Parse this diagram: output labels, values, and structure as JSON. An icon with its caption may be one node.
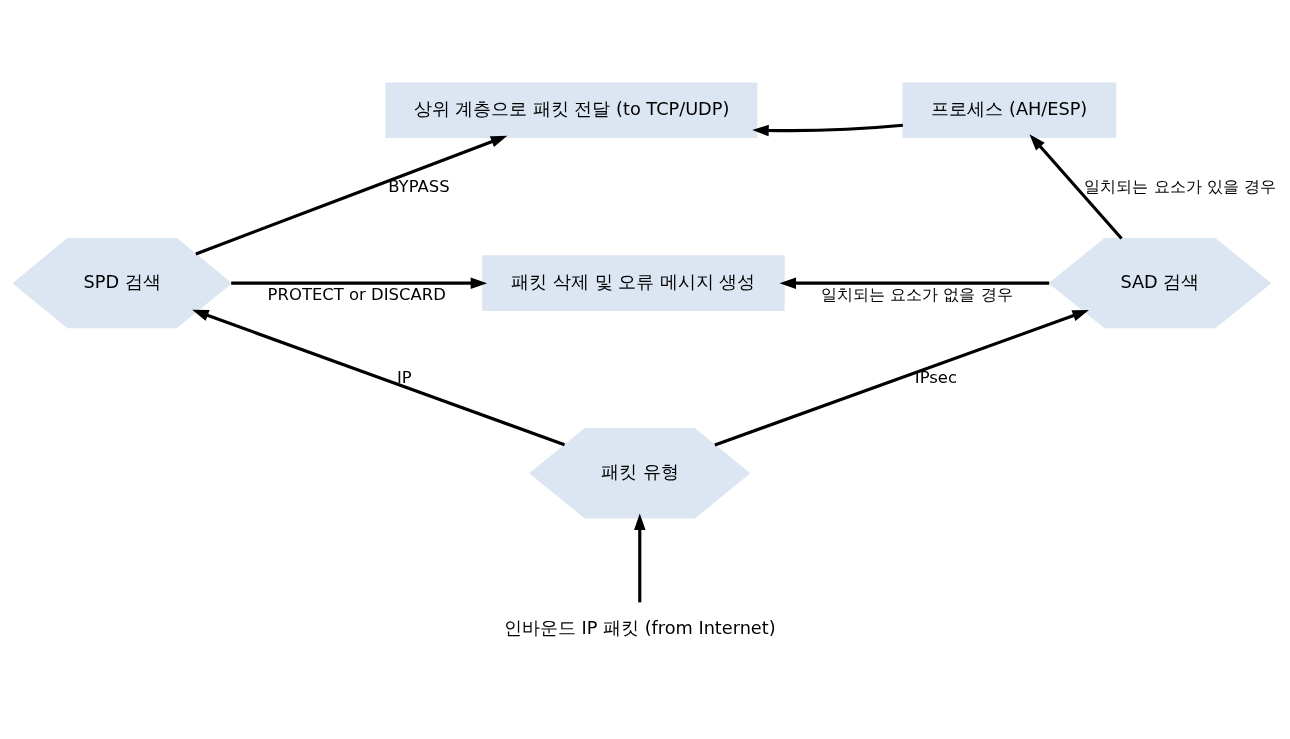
{
  "diagram": {
    "nodes": [
      {
        "text": [
          "상위 계층으로 패킷 전달 (to TCP/UDP)"
        ]
      },
      {
        "text": [
          "프로세스 (AH/ESP)"
        ]
      },
      {
        "text": [
          "SPD 검색"
        ]
      },
      {
        "text": [
          "패킷 삭제 및 오류 메시지 생성"
        ]
      },
      {
        "text": [
          "SAD 검색"
        ]
      },
      {
        "text": [
          "패킷 유형"
        ]
      },
      {
        "text": [
          "인바운드 IP 패킷 (from Internet)"
        ]
      }
    ],
    "edges": [
      {
        "from": 6,
        "to": 5,
        "arrow": "to"
      },
      {
        "from": 5,
        "to": 2,
        "arrow": "to",
        "label": "IP"
      },
      {
        "from": 5,
        "to": 4,
        "arrow": "to",
        "label": "IPsec"
      },
      {
        "from": 2,
        "to": 0,
        "arrow": "to",
        "label": "BYPASS"
      },
      {
        "from": 2,
        "to": 3,
        "arrow": "to",
        "label": "PROTECT or DISCARD"
      },
      {
        "from": 4,
        "to": 3,
        "arrow": "to",
        "label": "일치되는 요소가 없을 경우"
      },
      {
        "from": 4,
        "to": 1,
        "arrow": "to",
        "label": "일치되는 요소가 있을 경우"
      },
      {
        "from": 1,
        "to": 0,
        "arrow": "to"
      }
    ]
  }
}
